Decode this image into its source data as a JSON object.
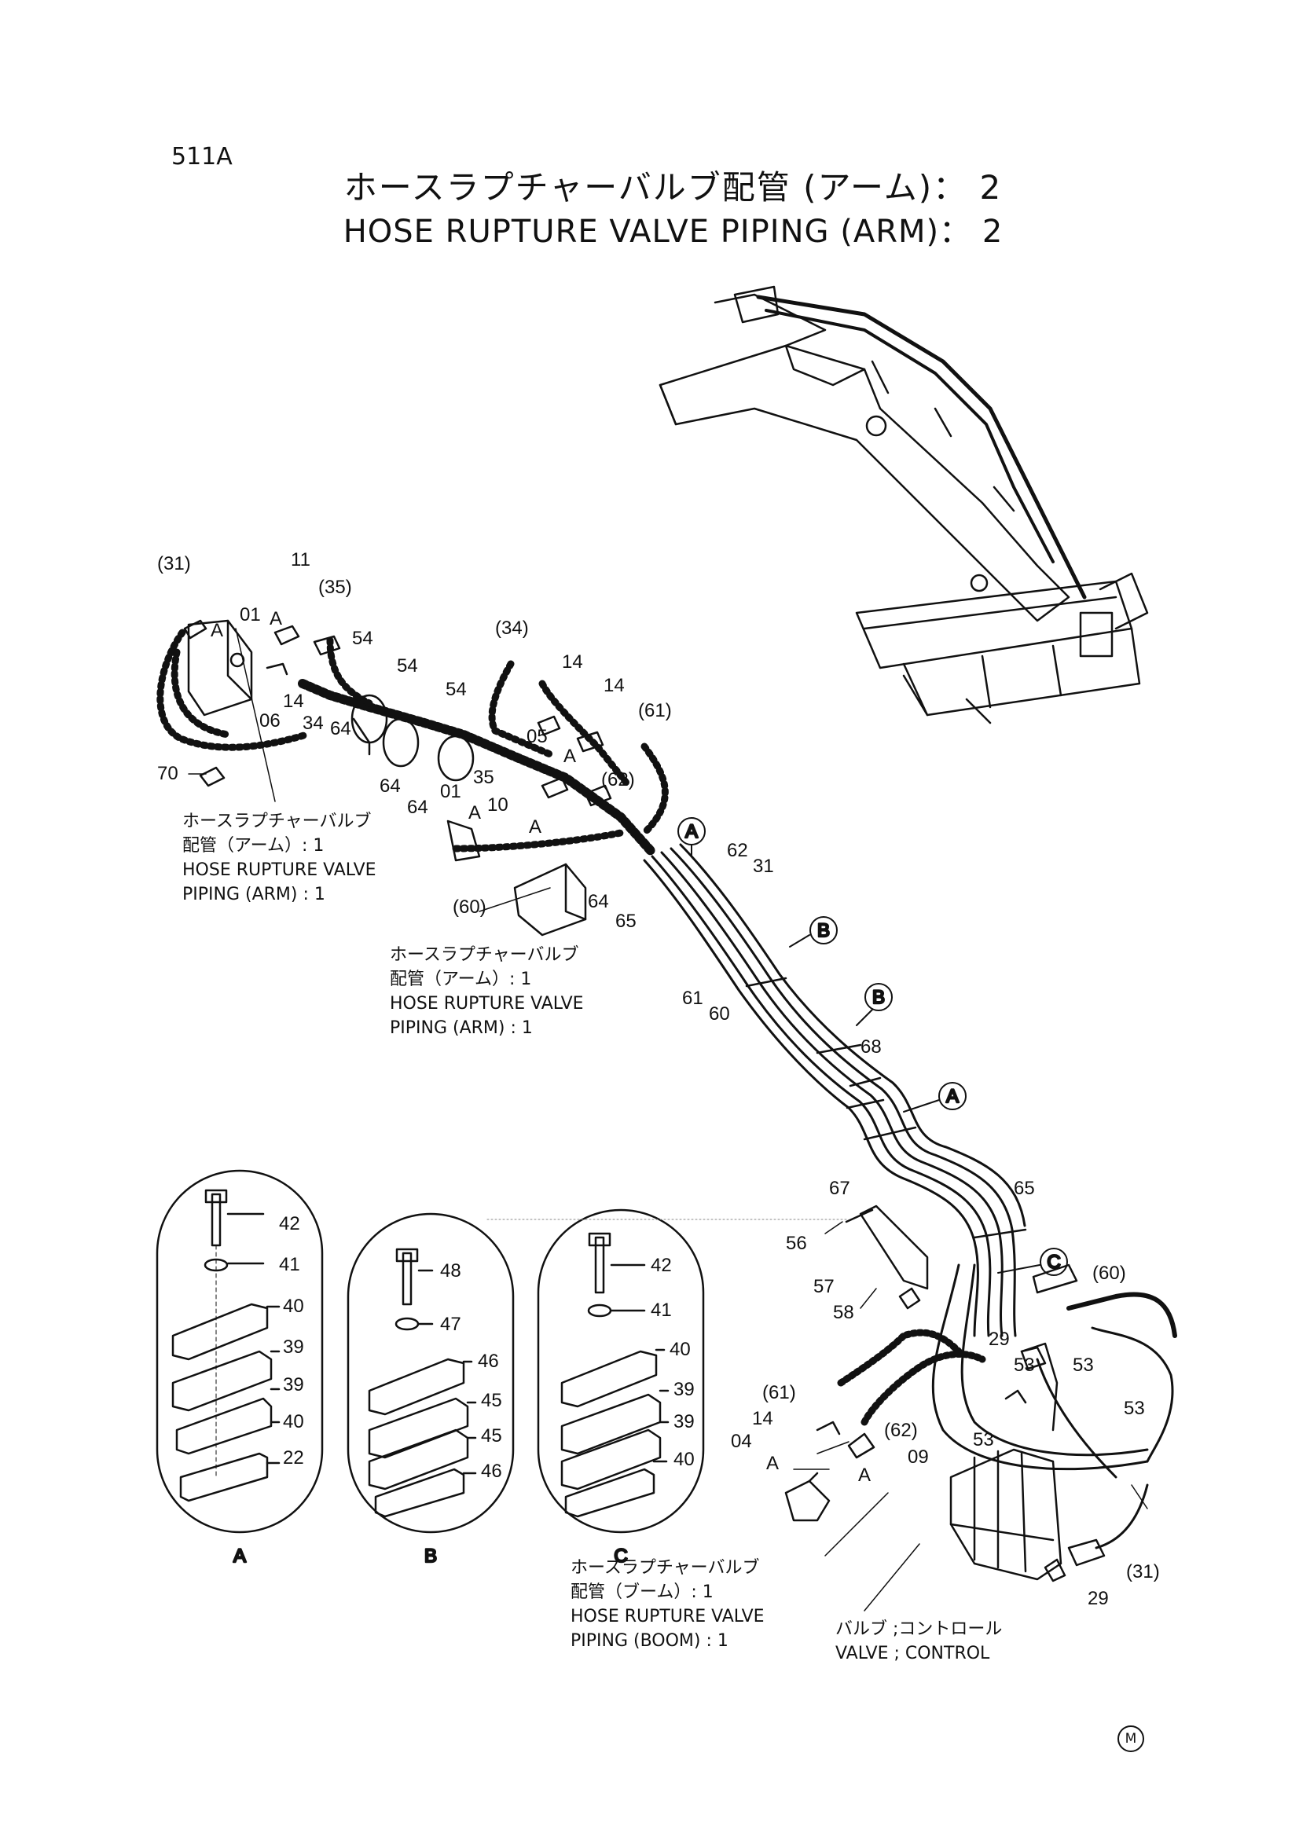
{
  "page_code": "511A",
  "title_jp": "ホースラプチャーバルブ配管 (アーム)： 2",
  "title_en": "HOSE RUPTURE VALVE PIPING (ARM)： 2",
  "notes": {
    "arm1_a": {
      "jp": "ホースラプチャーバルブ",
      "jp2": "配管（アーム）: 1",
      "en": "HOSE RUPTURE VALVE",
      "en2": "PIPING (ARM) : 1"
    },
    "arm1_b": {
      "jp": "ホースラプチャーバルブ",
      "jp2": "配管（アーム）: 1",
      "en": "HOSE RUPTURE VALVE",
      "en2": "PIPING (ARM) : 1"
    },
    "boom1": {
      "jp": "ホースラプチャーバルブ",
      "jp2": "配管（ブーム）: 1",
      "en": "HOSE RUPTURE VALVE",
      "en2": "PIPING (BOOM) : 1"
    },
    "control_valve": {
      "jp": "バルブ ;コントロール",
      "en": "VALVE ; CONTROL"
    }
  },
  "detail_labels": {
    "a": "A",
    "b": "B",
    "c": "C"
  },
  "section_marks": {
    "a": "A",
    "b": "B",
    "c": "C"
  },
  "callouts": {
    "c31a": "(31)",
    "c11": "11",
    "c35a": "(35)",
    "c01a": "01",
    "ca1": "A",
    "ca2": "A",
    "c06": "06",
    "c14a": "14",
    "c34": "34",
    "c64a": "64",
    "c54a": "54",
    "c54b": "54",
    "c54c": "54",
    "c64b": "64",
    "c64c": "64",
    "c70": "70",
    "c34p": "(34)",
    "c14b": "14",
    "c14c": "14",
    "c05": "05",
    "ca3": "A",
    "c61p": "(61)",
    "c35": "35",
    "c62p": "(62)",
    "c01b": "01",
    "ca4": "A",
    "c10": "10",
    "ca5": "A",
    "c60p": "(60)",
    "c64d": "64",
    "c65a": "65",
    "c62": "62",
    "c31": "31",
    "c61": "61",
    "c60": "60",
    "c68": "68",
    "c67": "67",
    "c65b": "65",
    "c56": "56",
    "c57": "57",
    "c58": "58",
    "c60p2": "(60)",
    "c29a": "29",
    "c53a": "53",
    "c53b": "53",
    "c53c": "53",
    "c53d": "53",
    "c61p2": "(61)",
    "c14d": "14",
    "c04": "04",
    "c62p2": "(62)",
    "ca6": "A",
    "ca7": "A",
    "c09": "09",
    "c31p2": "(31)",
    "c29b": "29",
    "d42a": "42",
    "d41a": "41",
    "d40a": "40",
    "d39a": "39",
    "d39b": "39",
    "d40b": "40",
    "d22": "22",
    "d48": "48",
    "d47": "47",
    "d46a": "46",
    "d45a": "45",
    "d45b": "45",
    "d46b": "46",
    "d42c": "42",
    "d41c": "41",
    "d40c": "40",
    "d39c": "39",
    "d39d": "39",
    "d40d": "40"
  },
  "footer_mark": "M"
}
